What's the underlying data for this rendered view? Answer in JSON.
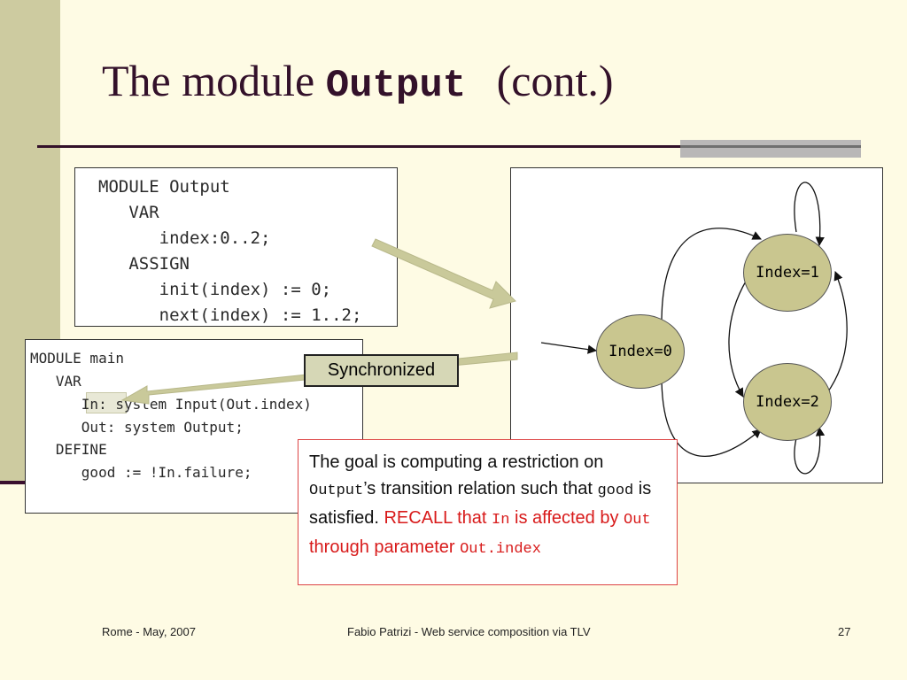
{
  "slide": {
    "title_prefix": "The module",
    "title_code": "Output",
    "title_suffix": "(cont.)"
  },
  "code_output": {
    "lines": [
      "MODULE Output",
      "   VAR",
      "      index:0..2;",
      "   ASSIGN",
      "      init(index) := 0;",
      "      next(index) := 1..2;"
    ]
  },
  "code_main": {
    "lines": [
      "MODULE main",
      "   VAR",
      "      In: system Input(Out.index)",
      "      Out: system Output;",
      "   DEFINE",
      "      good := !In.failure;"
    ]
  },
  "diagram": {
    "states": [
      {
        "label": "Index=0"
      },
      {
        "label": "Index=1"
      },
      {
        "label": "Index=2"
      }
    ]
  },
  "sync_label": "Synchronized",
  "note": {
    "p1": "The goal is computing a restriction on ",
    "code1": "Output",
    "p2": "’s transition relation such that ",
    "code2": "good",
    "p3": " is satisfied. ",
    "red1": "RECALL that ",
    "code3": "In",
    "red2": " is affected by ",
    "code4": "Out",
    "red3": " through parameter ",
    "code5": "Out.index"
  },
  "footer": {
    "left": "Rome - May, 2007",
    "center": "Fabio Patrizi - Web service composition via TLV",
    "page": "27"
  },
  "colors": {
    "background": "#fefbe4",
    "sidebar": "#cdcba0",
    "title": "#33112a",
    "state_fill": "#c9c68f",
    "arrow": "#c9c99a",
    "recall": "#d81a1a"
  }
}
